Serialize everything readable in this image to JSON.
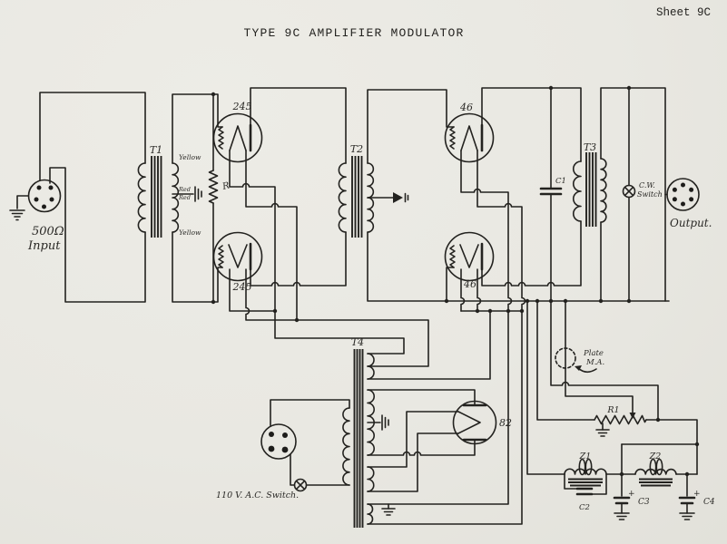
{
  "sheet": {
    "label": "Sheet 9C"
  },
  "title": "TYPE 9C AMPLIFIER MODULATOR",
  "connectors": {
    "input": {
      "impedance": "500Ω",
      "caption": "Input"
    },
    "output": {
      "caption": "Output."
    },
    "ac_switch_caption": "110 V. A.C. Switch."
  },
  "transformers": {
    "t1": {
      "label": "T1",
      "lead_top": "Yellow",
      "tap_upper": "Red",
      "tap_lower": "Red",
      "lead_bottom": "Yellow"
    },
    "t2": {
      "label": "T2"
    },
    "t3": {
      "label": "T3"
    },
    "t4": {
      "label": "T4"
    }
  },
  "tubes": {
    "driver_top": "245",
    "driver_bottom": "245",
    "output_top": "46",
    "output_bottom": "46",
    "rectifier": "82"
  },
  "resistors": {
    "r": "R",
    "r1": "R1"
  },
  "capacitors": {
    "c1": "C1",
    "c2": "C2",
    "c3": "C3",
    "c4": "C4",
    "c3_polarity": "+",
    "c4_polarity": "+"
  },
  "chokes": {
    "z1": "Z1",
    "z2": "Z2"
  },
  "switches": {
    "cw_line1": "C.W.",
    "cw_line2": "Switch"
  },
  "meter": {
    "line1": "Plate",
    "line2": "M.A."
  }
}
